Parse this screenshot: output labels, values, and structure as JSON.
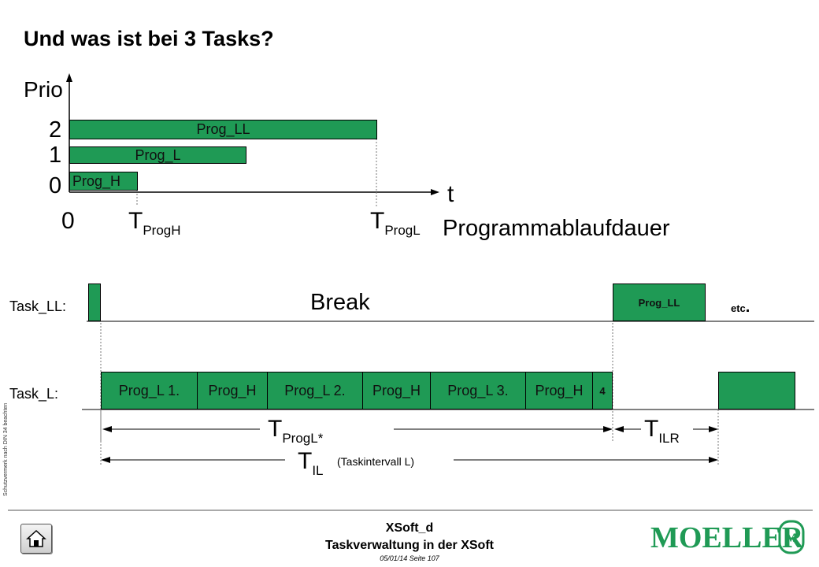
{
  "title": "Und was ist bei 3 Tasks?",
  "prio_diagram": {
    "y_axis_label": "Prio",
    "x_axis_label": "t",
    "levels": [
      "2",
      "1",
      "0"
    ],
    "origin": "0",
    "bars": [
      {
        "label": "Prog_LL",
        "priority": 2
      },
      {
        "label": "Prog_L",
        "priority": 1
      },
      {
        "label": "Prog_H",
        "priority": 0
      }
    ],
    "markers": [
      {
        "main": "T",
        "sub": "ProgH"
      },
      {
        "main": "T",
        "sub": "ProgL"
      }
    ],
    "caption": "Programmablaufdauer"
  },
  "timeline": {
    "task_ll_label": "Task_LL:",
    "task_l_label": "Task_L:",
    "break_label": "Break",
    "prog_ll_block": "Prog_LL",
    "etc_label": "etc",
    "etc_dot": ".",
    "task_l_blocks": [
      "Prog_L 1.",
      "Prog_H",
      "Prog_L 2.",
      "Prog_H",
      "Prog_L 3.",
      "Prog_H",
      "4"
    ],
    "t_progl_star": {
      "main": "T",
      "sub": "ProgL*"
    },
    "t_ilr": {
      "main": "T",
      "sub": "ILR"
    },
    "t_il": {
      "main": "T",
      "sub": "IL"
    },
    "taskintervall": "(Taskintervall L)"
  },
  "footer": {
    "product": "XSoft_d",
    "subtitle": "Taskverwaltung in der XSoft",
    "date_page": "05/01/14 Seite 107",
    "side_note": "Schutzvermerk nach DIN 34 beachten",
    "logo": "MOELLER"
  },
  "colors": {
    "bar": "#1f9a55",
    "logo": "#1f9a55"
  }
}
